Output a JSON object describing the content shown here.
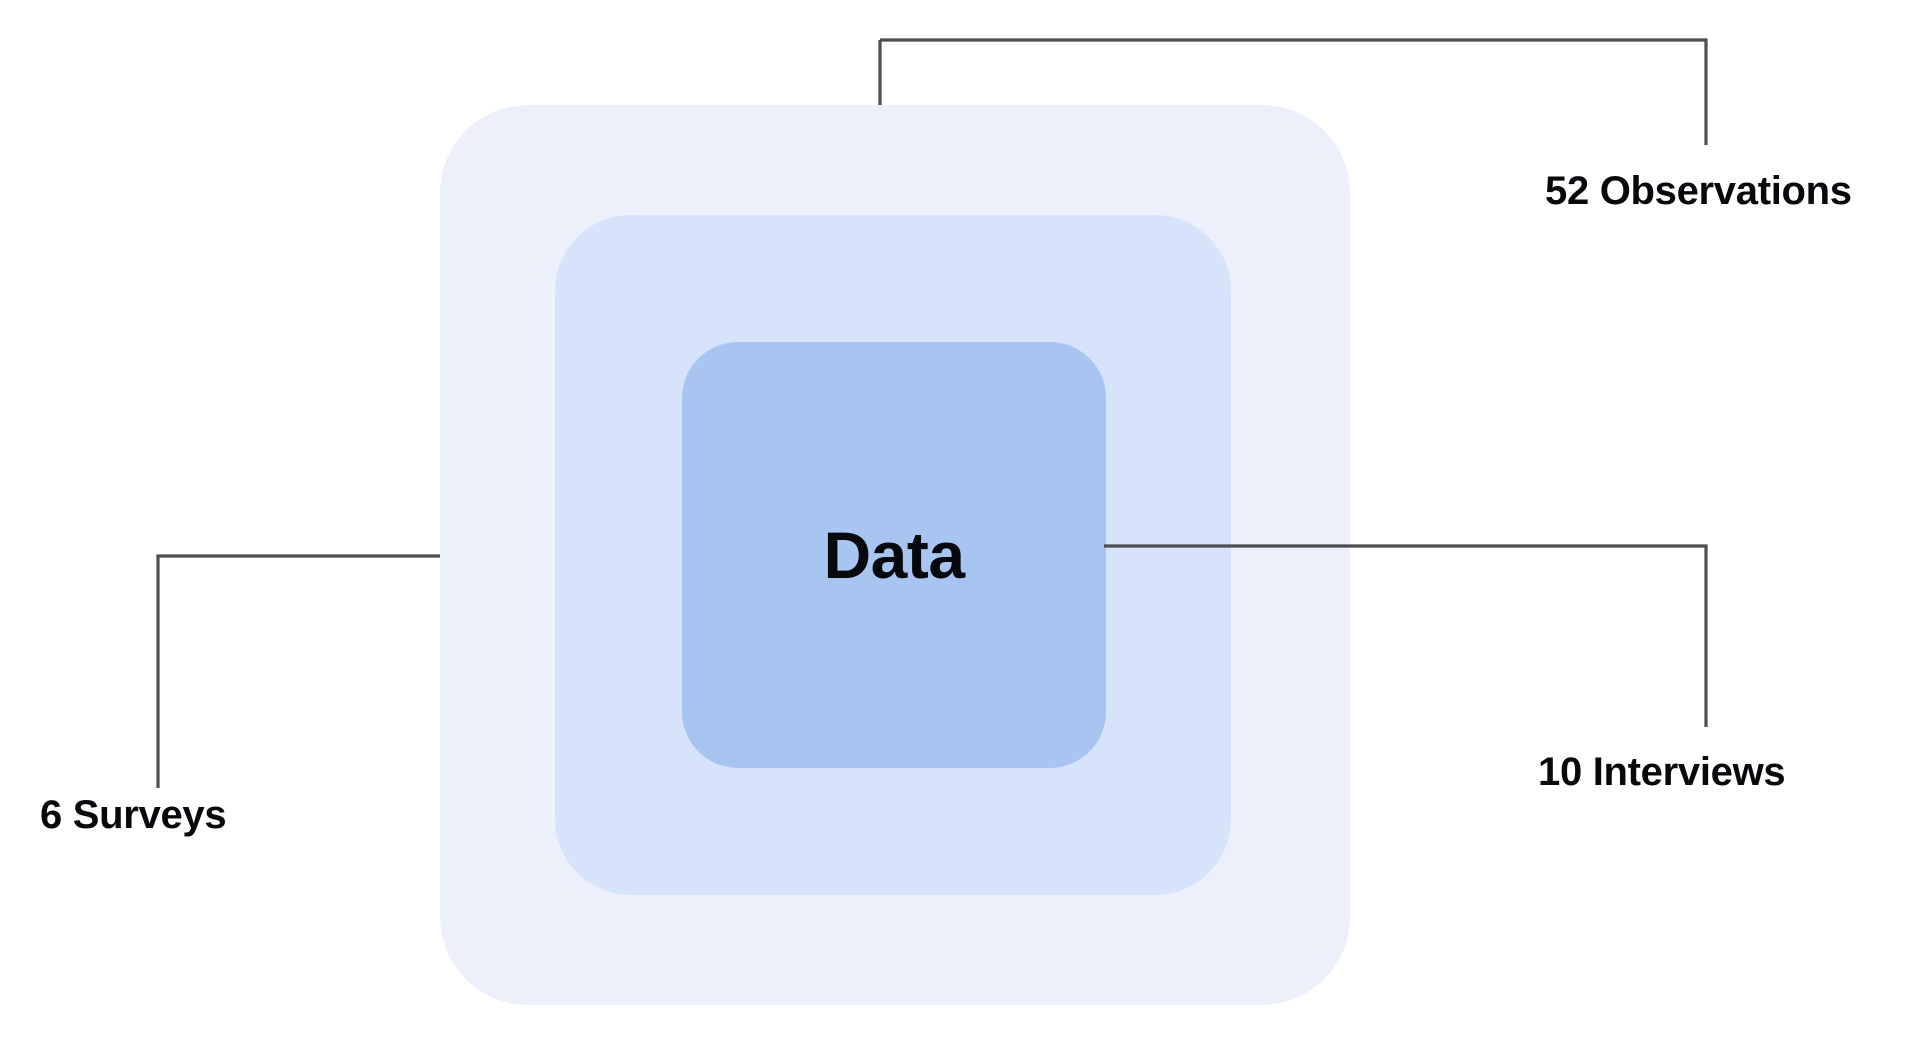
{
  "diagram": {
    "type": "nested-layers",
    "core": {
      "label": "Data",
      "color": "#a8c4f0"
    },
    "layers": [
      {
        "name": "outer-ring",
        "color": "#ebf0fa"
      },
      {
        "name": "middle-ring",
        "color": "#d6e3fb"
      },
      {
        "name": "inner-core",
        "color": "#a8c4f0"
      }
    ],
    "connector_color": "#4d4d52",
    "callouts": [
      {
        "id": "observations",
        "label": "52 Observations",
        "count": 52,
        "unit": "Observations",
        "anchor": "outer-ring",
        "position": "top-right"
      },
      {
        "id": "interviews",
        "label": "10 Interviews",
        "count": 10,
        "unit": "Interviews",
        "anchor": "inner-core",
        "position": "middle-right"
      },
      {
        "id": "surveys",
        "label": "6 Surveys",
        "count": 6,
        "unit": "Surveys",
        "anchor": "outer-ring",
        "position": "middle-left"
      }
    ]
  }
}
